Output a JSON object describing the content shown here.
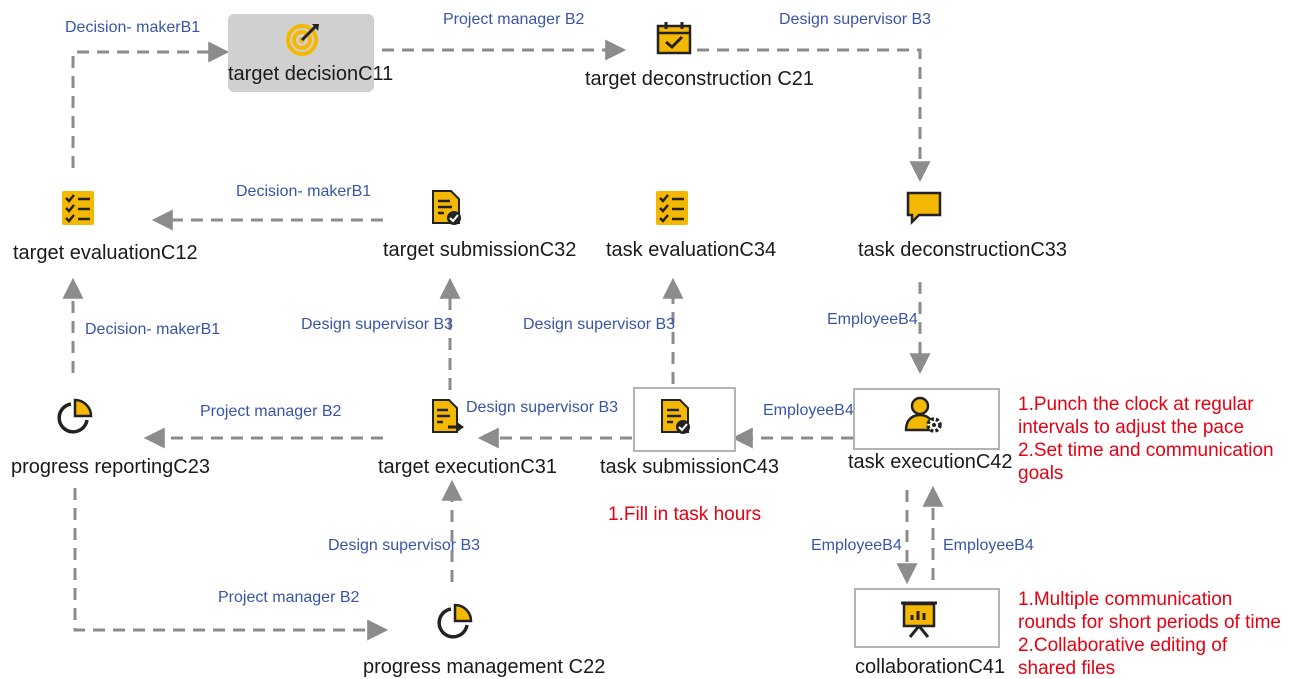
{
  "colors": {
    "icon": "#f5b800",
    "role_text": "#3a55a8",
    "note_text": "#e60012",
    "arrow": "#8c8c8c",
    "highlight_box": "#d0d0d0"
  },
  "nodes": {
    "c11": {
      "label": "target decisionC11",
      "icon": "target-icon"
    },
    "c21": {
      "label": "target deconstruction C21",
      "icon": "calendar-check-icon"
    },
    "c12": {
      "label": "target evaluationC12",
      "icon": "checklist-icon"
    },
    "c32": {
      "label": "target submissionC32",
      "icon": "document-check-icon"
    },
    "c34": {
      "label": "task evaluationC34",
      "icon": "checklist-icon"
    },
    "c33": {
      "label": "task deconstructionC33",
      "icon": "speech-bubble-icon"
    },
    "c23": {
      "label": "progress reportingC23",
      "icon": "pie-chart-icon"
    },
    "c31": {
      "label": "target executionC31",
      "icon": "document-export-icon"
    },
    "c43": {
      "label": "task submissionC43",
      "icon": "document-check-icon"
    },
    "c42": {
      "label": "task executionC42",
      "icon": "user-gear-icon"
    },
    "c22": {
      "label": "progress management C22",
      "icon": "pie-chart-icon"
    },
    "c41": {
      "label": "collaborationC41",
      "icon": "presentation-chart-icon"
    }
  },
  "roles": {
    "r1": "Decision- makerB1",
    "r2": "Project manager B2",
    "r3": "Design supervisor B3",
    "r4": "Decision- makerB1",
    "r5": "Decision- makerB1",
    "r6": "Design supervisor B3",
    "r7": "Design supervisor B3",
    "r8": "EmployeeB4",
    "r9": "Project manager B2",
    "r10": "Design supervisor B3",
    "r11": "EmployeeB4",
    "r12": "Design supervisor B3",
    "r13": "EmployeeB4",
    "r14": "EmployeeB4",
    "r15": "Project manager B2"
  },
  "notes": {
    "c42_note": [
      "1.Punch the clock at regular",
      "intervals to adjust the pace",
      "2.Set time and communication",
      "goals"
    ],
    "c43_note": [
      "1.Fill in task hours"
    ],
    "c41_note": [
      "1.Multiple communication",
      "rounds for short periods of time",
      "2.Collaborative editing of",
      "shared files"
    ]
  }
}
